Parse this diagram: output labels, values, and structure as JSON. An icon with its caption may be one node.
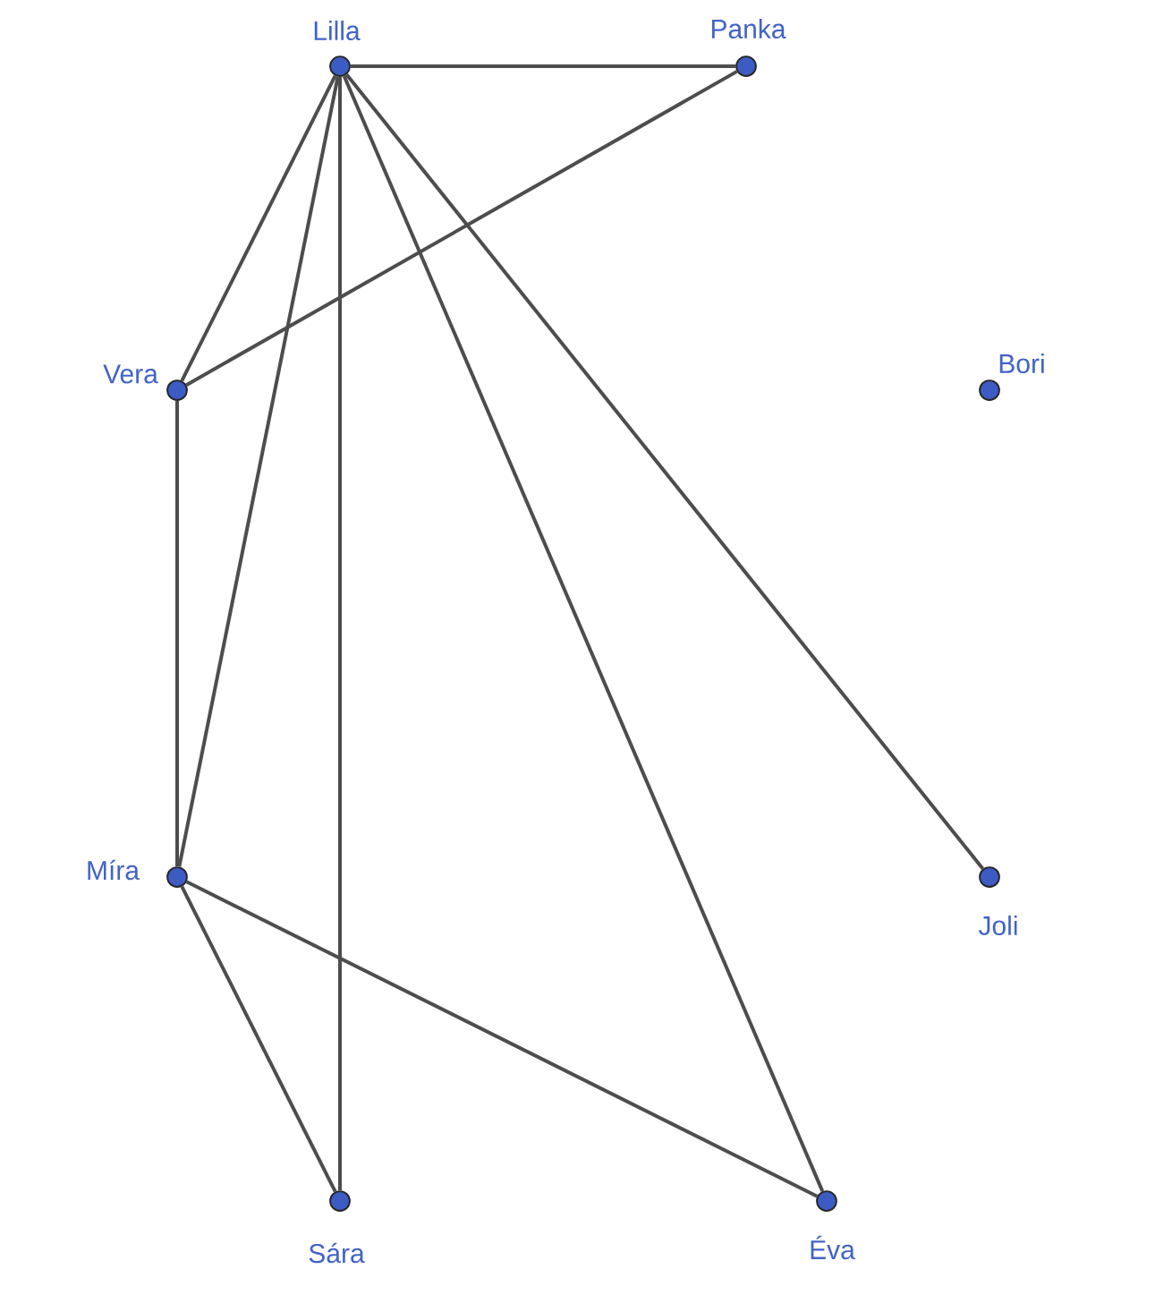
{
  "diagram": {
    "nodes": [
      {
        "text": [],
        "shape": "circle",
        "beside": [
          "Lilla"
        ]
      },
      {
        "text": [],
        "shape": "circle",
        "beside": [
          "Panka"
        ]
      },
      {
        "text": [],
        "shape": "circle",
        "beside": [
          "Vera"
        ]
      },
      {
        "text": [],
        "shape": "circle",
        "beside": [
          "Bori"
        ]
      },
      {
        "text": [],
        "shape": "circle",
        "beside": [
          "Míra"
        ]
      },
      {
        "text": [],
        "shape": "circle",
        "beside": [
          "Joli"
        ]
      },
      {
        "text": [],
        "shape": "circle",
        "beside": [
          "Sára"
        ]
      },
      {
        "text": [],
        "shape": "circle",
        "beside": [
          "Éva"
        ]
      }
    ],
    "edges": [
      {
        "from": 0,
        "to": 1,
        "arrow": "none"
      },
      {
        "from": 0,
        "to": 2,
        "arrow": "none"
      },
      {
        "from": 0,
        "to": 4,
        "arrow": "none"
      },
      {
        "from": 0,
        "to": 6,
        "arrow": "none"
      },
      {
        "from": 0,
        "to": 7,
        "arrow": "none"
      },
      {
        "from": 0,
        "to": 5,
        "arrow": "none"
      },
      {
        "from": 1,
        "to": 2,
        "arrow": "none"
      },
      {
        "from": 2,
        "to": 4,
        "arrow": "none"
      },
      {
        "from": 4,
        "to": 6,
        "arrow": "none"
      },
      {
        "from": 4,
        "to": 7,
        "arrow": "none"
      }
    ]
  }
}
